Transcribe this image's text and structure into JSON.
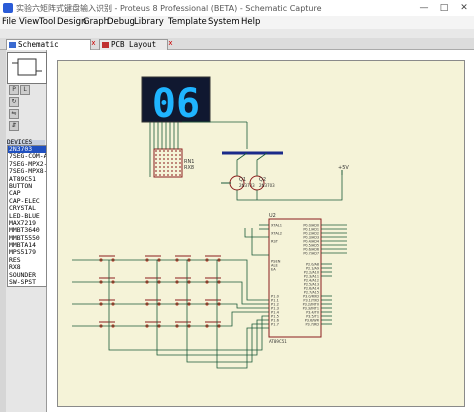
{
  "window": {
    "title": "实验六矩阵式键盘输入识别 - Proteus 8 Professional (BETA) - Schematic Capture",
    "minimize": "—",
    "maximize": "□",
    "close": "✕"
  },
  "menu": [
    "File",
    "View",
    "Tool",
    "Design",
    "Graph",
    "Debug",
    "Library",
    "Template",
    "System",
    "Help"
  ],
  "tabs": [
    {
      "label": "Schematic Capture",
      "active": true,
      "close": "x"
    },
    {
      "label": "PCB Layout",
      "active": false,
      "close": "x"
    }
  ],
  "panel": {
    "selector_p": "P",
    "selector_l": "L",
    "devices_header": "DEVICES",
    "devices": [
      "2N3703",
      "7SEG-COM-A",
      "7SEG-MPX2-",
      "7SEG-MPX8-",
      "AT89C51",
      "BUTTON",
      "CAP",
      "CAP-ELEC",
      "CRYSTAL",
      "LED-BLUE",
      "MAX7219",
      "MMBT3640",
      "MMBT5550",
      "MMBTA14",
      "MPS5179",
      "RES",
      "RX8",
      "SOUNDER",
      "SW-SPST"
    ],
    "selected_index": 0
  },
  "schematic": {
    "display_digits": "06",
    "resistor_pack": "RN1",
    "resistor_pack_value": "RX8",
    "transistor_left": "Q1",
    "transistor_right": "Q2",
    "transistor_type": "2N3703",
    "mcu_ref": "U2",
    "mcu_part": "AT89C51",
    "mcu_left_pins": [
      "XTAL1",
      "XTAL2",
      "RST",
      "PSEN",
      "ALE",
      "EA",
      "P1.0",
      "P1.1",
      "P1.2",
      "P1.3",
      "P1.4",
      "P1.5",
      "P1.6",
      "P1.7"
    ],
    "mcu_right_pins": [
      "P0.0/AD0",
      "P0.1/AD1",
      "P0.2/AD2",
      "P0.3/AD3",
      "P0.4/AD4",
      "P0.5/AD5",
      "P0.6/AD6",
      "P0.7/AD7",
      "P2.0/A8",
      "P2.1/A9",
      "P2.2/A10",
      "P2.3/A11",
      "P2.4/A12",
      "P2.5/A13",
      "P2.6/A14",
      "P2.7/A15",
      "P3.0/RXD",
      "P3.1/TXD",
      "P3.2/INT0",
      "P3.3/INT1",
      "P3.4/T0",
      "P3.5/T1",
      "P3.6/WR",
      "P3.7/RD"
    ],
    "power_label": "+5V"
  },
  "colors": {
    "sheet": "#f5f3d8",
    "wire": "#1b5a3a",
    "component": "#8b1e1e",
    "display_bg": "#101830",
    "display_seg": "#1fb4ff",
    "bus": "#1a2a8a"
  }
}
